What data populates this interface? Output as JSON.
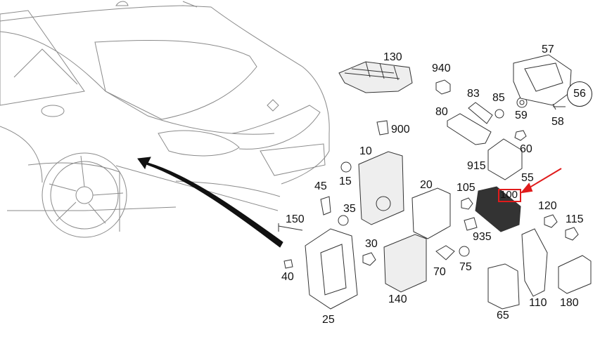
{
  "callouts": {
    "c130": "130",
    "c940": "940",
    "c57": "57",
    "c56": "56",
    "c83": "83",
    "c85": "85",
    "c80": "80",
    "c59": "59",
    "c58": "58",
    "c900": "900",
    "c10": "10",
    "c60": "60",
    "c915": "915",
    "c55": "55",
    "c45": "45",
    "c15": "15",
    "c20": "20",
    "c105": "105",
    "c100": "100",
    "c150": "150",
    "c35": "35",
    "c120": "120",
    "c115": "115",
    "c935": "935",
    "c30": "30",
    "c70": "70",
    "c75": "75",
    "c40": "40",
    "c140": "140",
    "c110": "110",
    "c180": "180",
    "c65": "65",
    "c25": "25"
  },
  "colors": {
    "line": "#333333",
    "highlight": "#e01b1b"
  }
}
